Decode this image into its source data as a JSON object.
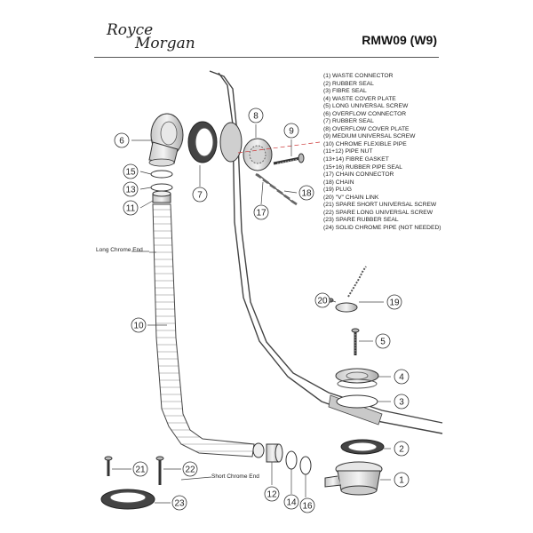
{
  "brand": {
    "line1": "Royce",
    "line2": "Morgan"
  },
  "model": "RMW09 (W9)",
  "legend": [
    "(1) WASTE CONNECTOR",
    "(2) RUBBER SEAL",
    "(3) FIBRE SEAL",
    "(4) WASTE COVER PLATE",
    "(5) LONG UNIVERSAL SCREW",
    "(6) OVERFLOW CONNECTOR",
    "(7) RUBBER SEAL",
    "(8) OVERFLOW COVER PLATE",
    "(9) MEDIUM UNIVERSAL SCREW",
    "(10) CHROME FLEXIBLE PIPE",
    "(11+12) PIPE NUT",
    "(13+14) FIBRE GASKET",
    "(15+16) RUBBER PIPE SEAL",
    "(17) CHAIN CONNECTOR",
    "(18) CHAIN",
    "(19) PLUG",
    "(20) \"V\" CHAIN LINK",
    "(21) SPARE SHORT UNIVERSAL SCREW",
    "(22) SPARE LONG UNIVERSAL SCREW",
    "(23) SPARE RUBBER SEAL",
    "(24) SOLID CHROME PIPE (NOT NEEDED)"
  ],
  "labels": {
    "long_pipe_end": "Long Chrome End",
    "short_pipe_end": "Short Chrome End"
  },
  "callouts": {
    "c1": "1",
    "c2": "2",
    "c3": "3",
    "c4": "4",
    "c5": "5",
    "c6": "6",
    "c7": "7",
    "c8": "8",
    "c9": "9",
    "c10": "10",
    "c11": "11",
    "c12": "12",
    "c13": "13",
    "c14": "14",
    "c15": "15",
    "c16": "16",
    "c17": "17",
    "c18": "18",
    "c19": "19",
    "c20": "20",
    "c21": "21",
    "c22": "22",
    "c23": "23"
  }
}
